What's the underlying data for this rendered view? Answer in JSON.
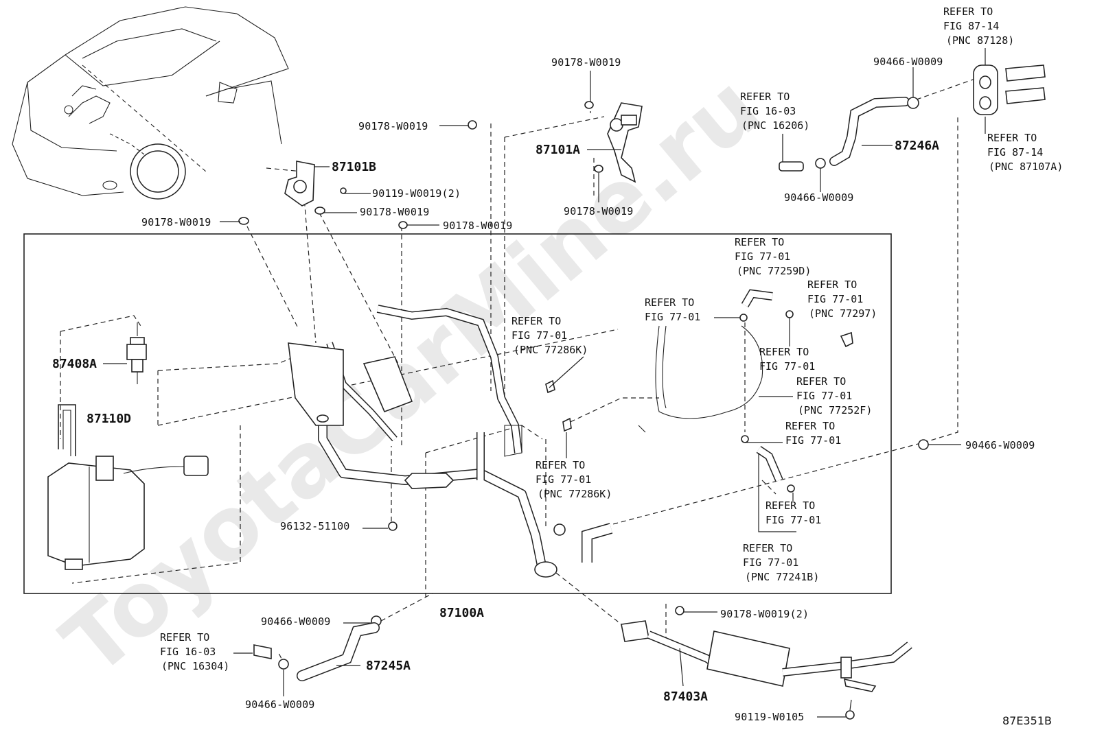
{
  "watermark": "ToyotaCarMine.ru",
  "figure_code": "87E351B",
  "parts": {
    "p87101B": "87101B",
    "p87101A": "87101A",
    "p87246A": "87246A",
    "p87408A": "87408A",
    "p87110D": "87110D",
    "p87100A": "87100A",
    "p87245A": "87245A",
    "p87403A": "87403A"
  },
  "fasteners": {
    "f90178_top": "90178-W0019",
    "f90178_a": "90178-W0019",
    "f90119_2": "90119-W0019(2)",
    "f90178_b": "90178-W0019",
    "f90178_c": "90178-W0019",
    "f90178_d": "90178-W0019",
    "f90178_e": "90178-W0019",
    "f90466_a": "90466-W0009",
    "f90466_b": "90466-W0009",
    "f90466_c": "90466-W0009",
    "f90466_d": "90466-W0009",
    "f90466_e": "90466-W0009",
    "f96132": "96132-51100",
    "f90178_2": "90178-W0019(2)",
    "f90119_w0105": "90119-W0105"
  },
  "refs": {
    "r87128": [
      "REFER TO",
      "FIG 87-14",
      "(PNC 87128)"
    ],
    "r87107A": [
      "REFER TO",
      "FIG 87-14",
      "(PNC 87107A)"
    ],
    "r16206": [
      "REFER TO",
      "FIG 16-03",
      "(PNC 16206)"
    ],
    "r77259D": [
      "REFER TO",
      "FIG 77-01",
      "(PNC 77259D)"
    ],
    "r77297": [
      "REFER TO",
      "FIG 77-01",
      "(PNC 77297)"
    ],
    "rFig7701a": [
      "REFER TO",
      "FIG 77-01"
    ],
    "rFig7701b": [
      "REFER TO",
      "FIG 77-01"
    ],
    "r77252F": [
      "REFER TO",
      "FIG 77-01",
      "(PNC 77252F)"
    ],
    "rFig7701c": [
      "REFER TO",
      "FIG 77-01"
    ],
    "r77286K_a": [
      "REFER TO",
      "FIG 77-01",
      "(PNC 77286K)"
    ],
    "r77286K_b": [
      "REFER TO",
      "FIG 77-01",
      "(PNC 77286K)"
    ],
    "rFig7701d": [
      "REFER TO",
      "FIG 77-01"
    ],
    "r77241B": [
      "REFER TO",
      "FIG 77-01",
      "(PNC 77241B)"
    ],
    "r16304": [
      "REFER TO",
      "FIG 16-03",
      "(PNC 16304)"
    ]
  }
}
